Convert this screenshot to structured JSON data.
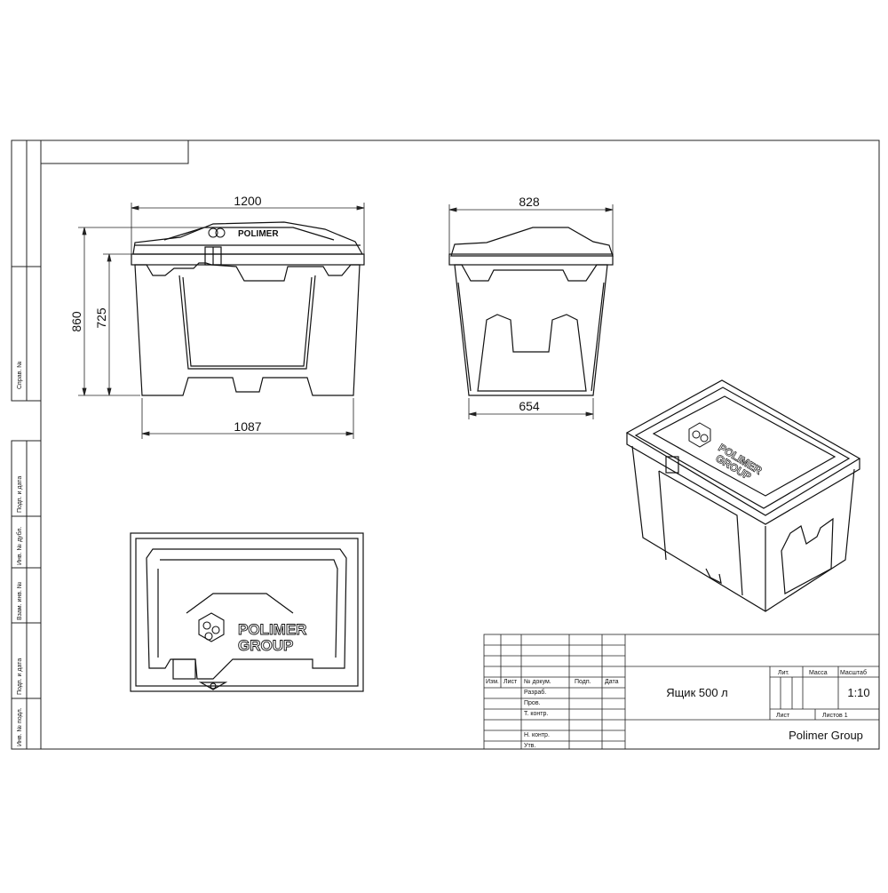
{
  "dimensions": {
    "front_width": "1200",
    "front_height_total": "860",
    "front_height_body": "725",
    "front_base_width": "1087",
    "side_width": "828",
    "side_base_width": "654"
  },
  "logo": {
    "line1": "POLIMER",
    "line2": "GROUP"
  },
  "side_stamps": [
    "Справ. №",
    "Подп. и дата",
    "Инв. № дубл.",
    "Взам. инв. №",
    "Подп. и дата",
    "Инв. № подл."
  ],
  "title_block": {
    "headers": [
      "Изм.",
      "Лист",
      "№ докум.",
      "Подп.",
      "Дата"
    ],
    "roles": [
      "Разраб.",
      "Пров.",
      "Т. контр.",
      "Н. контр.",
      "Утв."
    ],
    "title": "Ящик 500 л",
    "lit_label": "Лит.",
    "mass_label": "Масса",
    "scale_label": "Масштаб",
    "scale_value": "1:10",
    "sheet_label": "Лист",
    "sheets_label": "Листов 1",
    "company": "Polimer Group"
  }
}
